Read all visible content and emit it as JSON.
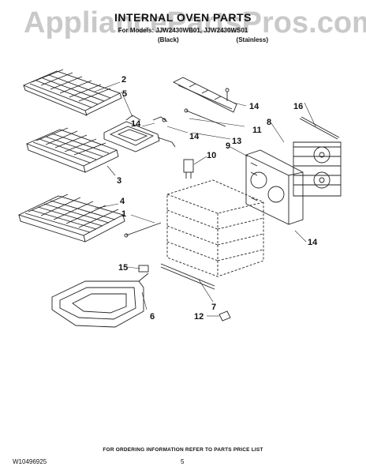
{
  "watermark": "AppliancePartsPros.com",
  "header": {
    "title": "INTERNAL OVEN PARTS",
    "models": "For Models: JJW2430WB01, JJW2430WS01",
    "variant_black": "(Black)",
    "variant_stainless": "(Stainless)"
  },
  "callouts": {
    "c1": "1",
    "c2": "2",
    "c3": "3",
    "c4": "4",
    "c5": "5",
    "c6": "6",
    "c7": "7",
    "c8": "8",
    "c9": "9",
    "c10": "10",
    "c11": "11",
    "c12": "12",
    "c13": "13",
    "c14a": "14",
    "c14b": "14",
    "c14c": "14",
    "c14d": "14",
    "c15": "15",
    "c16": "16"
  },
  "footer": {
    "ordering_note": "FOR ORDERING INFORMATION REFER TO PARTS PRICE LIST",
    "document_number": "W10496925",
    "page_number": "5"
  }
}
